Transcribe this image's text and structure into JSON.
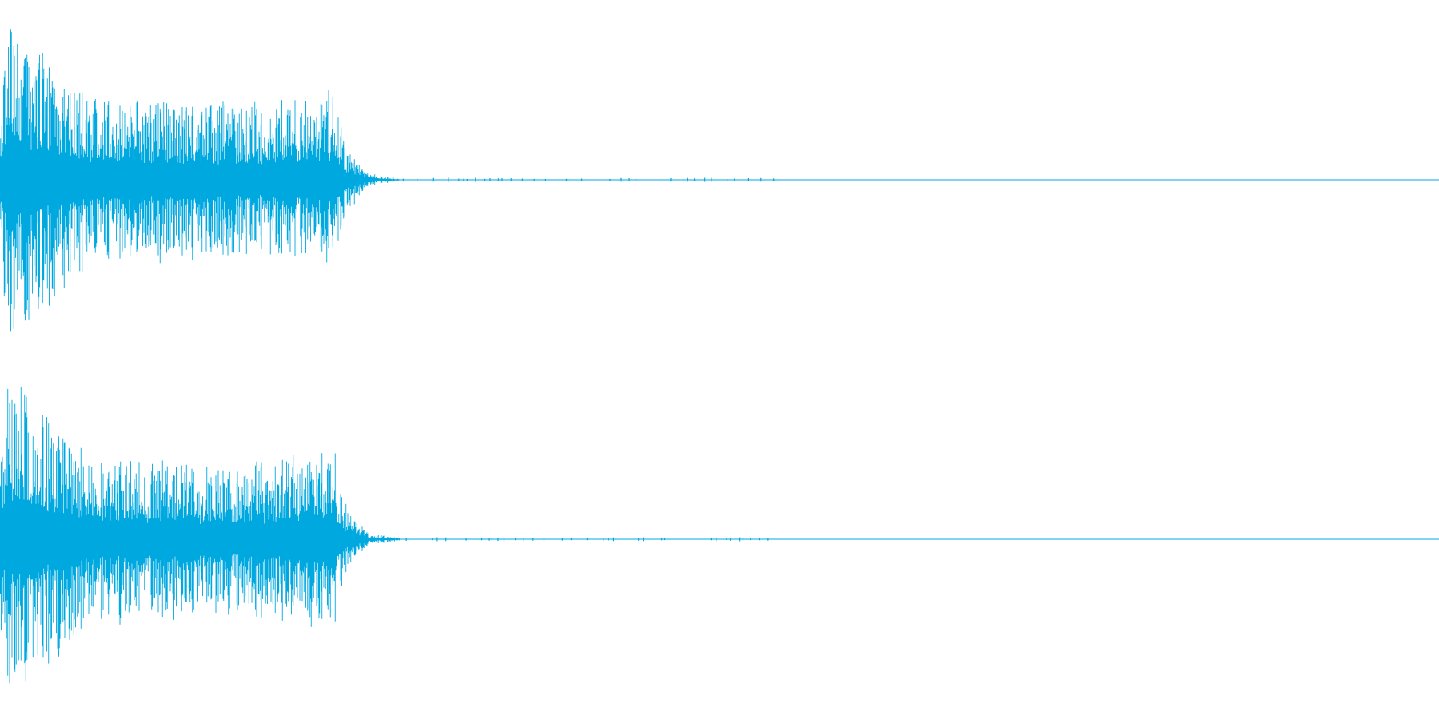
{
  "waveform": {
    "color": "#00a8e0",
    "channel_count": 2,
    "channels": [
      {
        "id": "channel-1"
      },
      {
        "id": "channel-2"
      }
    ]
  }
}
